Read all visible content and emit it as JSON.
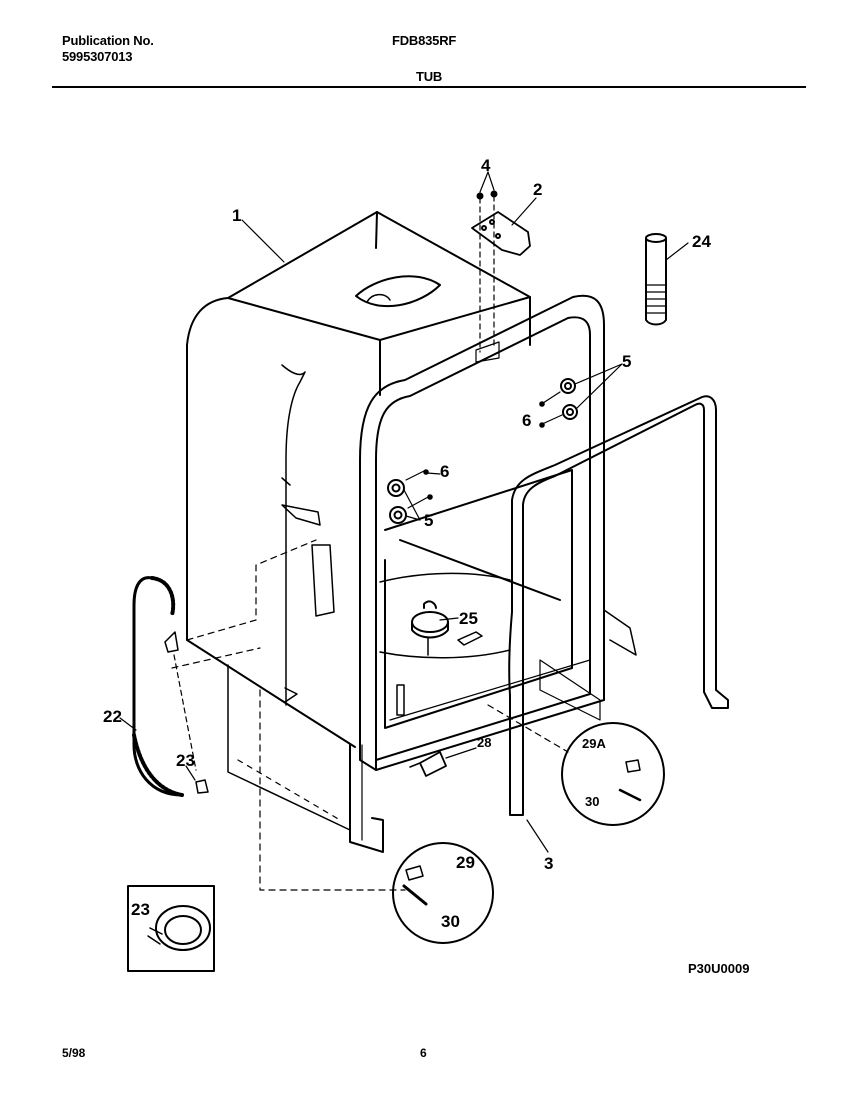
{
  "header": {
    "publication_label": "Publication No.",
    "publication_number": "5995307013",
    "model": "FDB835RF",
    "section": "TUB"
  },
  "diagram": {
    "part_labels": {
      "p1": "1",
      "p2": "2",
      "p3": "3",
      "p4": "4",
      "p5a": "5",
      "p5b": "5",
      "p6a": "6",
      "p6b": "6",
      "p22": "22",
      "p23": "23",
      "p23inset": "23",
      "p24": "24",
      "p25": "25",
      "p28": "28",
      "p29": "29",
      "p29a": "29A",
      "p30a": "30",
      "p30b": "30"
    },
    "figure_id": "P30U0009"
  },
  "footer": {
    "date": "5/98",
    "page": "6"
  }
}
